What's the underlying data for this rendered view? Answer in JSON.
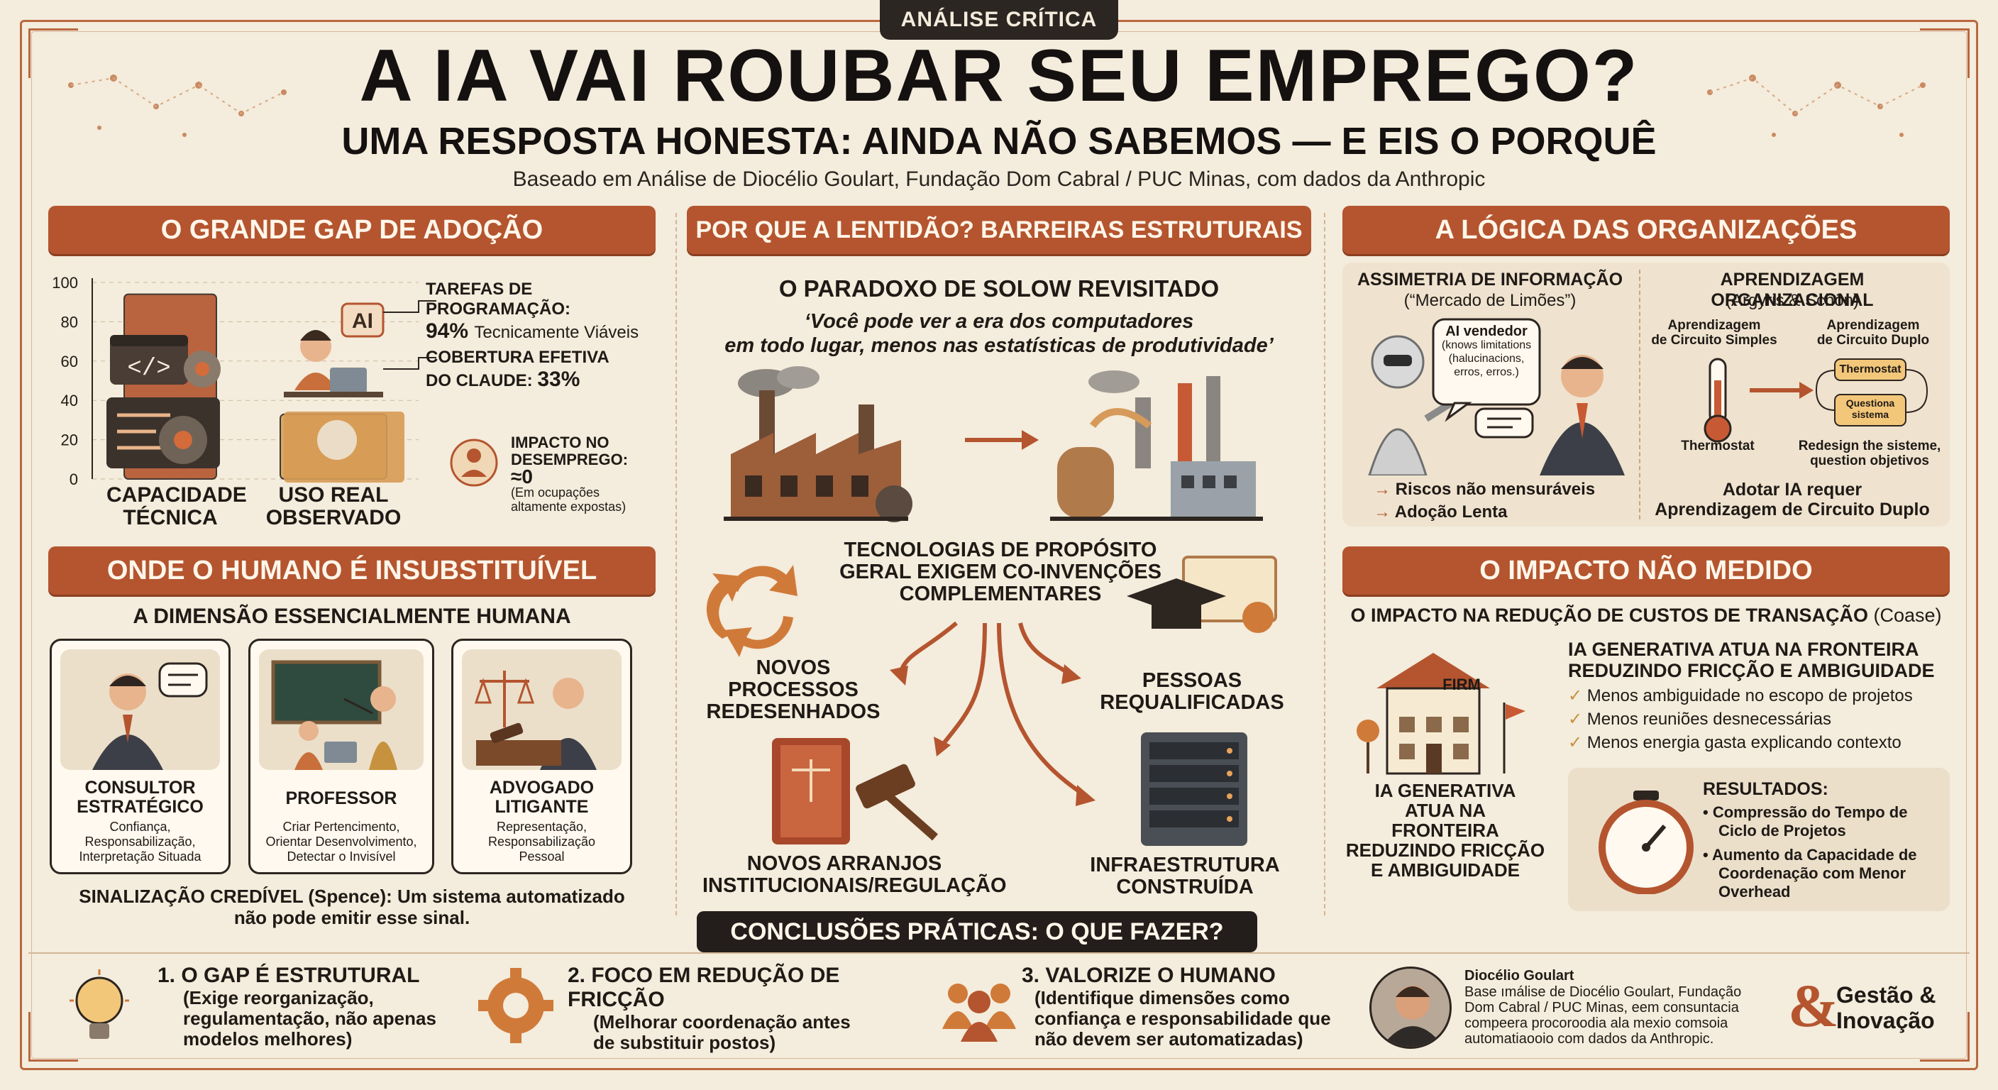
{
  "header": {
    "tag": "ANÁLISE CRÍTICA",
    "title": "A IA VAI ROUBAR SEU EMPREGO?",
    "subtitle": "UMA RESPOSTA HONESTA: AINDA NÃO SABEMOS — E EIS O PORQUÊ",
    "source": "Baseado em Análise de Diocélio Goulart, Fundação Dom Cabral / PUC Minas, com dados da Anthropic"
  },
  "gap": {
    "banner": "O GRANDE GAP DE ADOÇÃO",
    "axis_ticks": [
      "100",
      "80",
      "60",
      "40",
      "20",
      "0"
    ],
    "bar1_label": [
      "CAPACIDADE",
      "TÉCNICA"
    ],
    "bar2_label": [
      "USO REAL",
      "OBSERVADO"
    ],
    "ai_badge": "AI",
    "stat1_title": "TAREFAS DE PROGRAMAÇÃO:",
    "stat1_value": "94%",
    "stat1_rest": "Tecnicamente Viáveis",
    "stat2_title": "COBERTURA EFETIVA",
    "stat2_line2": "DO CLAUDE:",
    "stat2_value": "33%",
    "stat3_title": "IMPACTO NO",
    "stat3_line2": "DESEMPREGO:",
    "stat3_value": "≈0",
    "stat3_note1": "(Em ocupações",
    "stat3_note2": "altamente expostas)"
  },
  "chart_data": {
    "type": "bar",
    "categories": [
      "CAPACIDADE TÉCNICA",
      "USO REAL OBSERVADO"
    ],
    "values": [
      94,
      33
    ],
    "ylim": [
      0,
      100
    ]
  },
  "human": {
    "banner": "ONDE O HUMANO É INSUBSTITUÍVEL",
    "heading": "A DIMENSÃO ESSENCIALMENTE HUMANA",
    "cards": [
      {
        "title": [
          "CONSULTOR",
          "ESTRATÉGICO"
        ],
        "desc": [
          "Confiança,",
          "Responsabilização,",
          "Interpretação Situada"
        ]
      },
      {
        "title": [
          "PROFESSOR"
        ],
        "desc": [
          "Criar Pertencimento,",
          "Orientar Desenvolvimento,",
          "Detectar o Invisível"
        ]
      },
      {
        "title": [
          "ADVOGADO",
          "LITIGANTE"
        ],
        "desc": [
          "Representação,",
          "Responsabilização",
          "Pessoal"
        ]
      }
    ],
    "signal1": "SINALIZAÇÃO CREDÍVEL (Spence): Um sistema automatizado",
    "signal2": "não pode emitir esse sinal."
  },
  "barriers": {
    "banner": "POR QUE A LENTIDÃO? BARREIRAS ESTRUTURAIS",
    "heading": "O PARADOXO DE SOLOW REVISITADO",
    "quote1": "‘Você pode ver a era dos computadores",
    "quote2": "em todo lugar, menos nas estatísticas de produtividade’",
    "center1": "TECNOLOGIAS DE PROPÓSITO",
    "center2": "GERAL EXIGEM CO-INVENÇÕES",
    "center3": "COMPLEMENTARES",
    "b1": [
      "NOVOS PROCESSOS",
      "REDESENHADOS"
    ],
    "b2": [
      "PESSOAS",
      "REQUALIFICADAS"
    ],
    "b3": [
      "NOVOS ARRANJOS",
      "INSTITUCIONAIS/REGULAÇÃO"
    ],
    "b4": [
      "INFRAESTRUTURA",
      "CONSTRUÍDA"
    ]
  },
  "logic": {
    "banner": "A LÓGICA DAS ORGANIZAÇÕES",
    "left_title": "ASSIMETRIA DE INFORMAÇÃO",
    "left_sub": "(“Mercado de Limões”)",
    "bubble": [
      "AI vendedor",
      "(knows limitations",
      "(halucinacions,",
      "erros, erros.)"
    ],
    "risk1": "Riscos não mensuráveis",
    "risk2": "Adoção Lenta",
    "right_title": "APRENDIZAGEM ORGANIZACIONAL",
    "right_sub": "(Argyris & Schön)",
    "simple": [
      "Aprendizagem",
      "de Circuito Simples"
    ],
    "double": [
      "Aprendizagem",
      "de Circuito Duplo"
    ],
    "thermostat_box": "Thermostat",
    "question_box": [
      "Questiona",
      "sistema"
    ],
    "thermostat_label": "Thermostat",
    "redesign": [
      "Redesign the sisteme,",
      "question objetivos"
    ],
    "conclusion": [
      "Adotar IA requer",
      "Aprendizagem de Circuito Duplo"
    ]
  },
  "impact": {
    "banner": "O IMPACTO NÃO MEDIDO",
    "heading_bold": "O IMPACTO NA REDUÇÃO DE CUSTOS DE TRANSAÇÃO",
    "heading_normal": "(Coase)",
    "firm": "FIRM",
    "side_title": [
      "IA GENERATIVA ATUA NA FRONTEIRA",
      "REDUZINDO FRICÇÃO E AMBIGUIDADE"
    ],
    "checks": [
      "Menos ambiguidade no escopo de projetos",
      "Menos reuniões desnecessárias",
      "Menos energia gasta explicando contexto"
    ],
    "firm_caption": [
      "IA GENERATIVA",
      "ATUA NA",
      "FRONTEIRA",
      "REDUZINDO FRICÇÃO",
      "E AMBIGUIDADE"
    ],
    "results_title": "RESULTADOS:",
    "results": [
      [
        "Compressão do Tempo de",
        "Ciclo de Projetos"
      ],
      [
        "Aumento da Capacidade de",
        "Coordenação com Menor",
        "Overhead"
      ]
    ]
  },
  "conclusions": {
    "banner": "CONCLUSÕES PRÁTICAS: O QUE FAZER?",
    "items": [
      {
        "title": "1. O GAP É ESTRUTURAL",
        "lines": [
          "(Exige reorganização,",
          "regulamentação, não apenas",
          "modelos melhores)"
        ]
      },
      {
        "title": "2. FOCO EM REDUÇÃO DE FRICÇÃO",
        "lines": [
          "(Melhorar coordenação antes",
          "de substituir postos)"
        ]
      },
      {
        "title": "3. VALORIZE O HUMANO",
        "lines": [
          "(Identifique dimensões como",
          "confiança e responsabilidade que",
          "não devem ser automatizadas)"
        ]
      }
    ],
    "author_name": "Diocélio Goulart",
    "author_lines": [
      "Base ımálise de Diocélio Goulart, Fundação",
      "Dom Cabral / PUC Minas, eem consuntacia",
      "compeera procoroodia ala mexio comsoia",
      "automatiaooio com dados da Anthropic."
    ],
    "logo_amp": "&",
    "logo1": "Gestão &",
    "logo2": "Inovação"
  }
}
